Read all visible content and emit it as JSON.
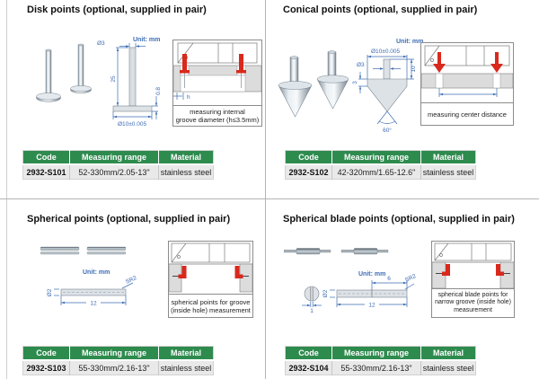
{
  "labels": {
    "code": "Code",
    "range": "Measuring range",
    "material": "Material"
  },
  "colors": {
    "table_header_green": "#2e8b4e",
    "dimension_blue": "#3c6cb4",
    "contact_point_red": "#d9291c",
    "workpiece_gray": "#dcdcdc",
    "row_gray": "#e9e9e9"
  },
  "sections": [
    {
      "title": "Disk points (optional, supplied in pair)",
      "unit": "Unit: mm",
      "dims": {
        "stem_dia": "Ø3",
        "length": "25",
        "disk_thickness": "0.8",
        "disk_dia": "Ø10±0.005",
        "groove_depth": "h"
      },
      "caption": [
        "measuring internal",
        "groove diameter (h≤3.5mm)"
      ],
      "row": {
        "code": "2932-S101",
        "range": "52-330mm/2.05-13\"",
        "material": "stainless steel"
      }
    },
    {
      "title": "Conical points (optional, supplied in pair)",
      "unit": "Unit: mm",
      "dims": {
        "base_dia": "Ø10±0.005",
        "stem_dia": "Ø3",
        "stem_len": "10",
        "rim_height": "3",
        "cone_angle": "60°"
      },
      "caption": [
        "measuring center distance"
      ],
      "row": {
        "code": "2932-S102",
        "range": "42-320mm/1.65-12.6\"",
        "material": "stainless steel"
      }
    },
    {
      "title": "Spherical points (optional, supplied in pair)",
      "unit": "Unit: mm",
      "dims": {
        "tip_radius": "SR2",
        "rod_dia": "Ø2",
        "length": "12"
      },
      "caption": [
        "spherical points for groove",
        "(inside hole) measurement"
      ],
      "row": {
        "code": "2932-S103",
        "range": "55-330mm/2.16-13\"",
        "material": "stainless steel"
      }
    },
    {
      "title": "Spherical blade points (optional, supplied in pair)",
      "unit": "Unit: mm",
      "dims": {
        "blade_len": "6",
        "tip_radius": "SR2",
        "rod_dia": "Ø2",
        "length": "12",
        "blade_width": "1"
      },
      "caption": [
        "spherical blade points for",
        "narrow groove (inside hole)",
        "measurement"
      ],
      "row": {
        "code": "2932-S104",
        "range": "55-330mm/2.16-13\"",
        "material": "stainless steel"
      }
    }
  ]
}
